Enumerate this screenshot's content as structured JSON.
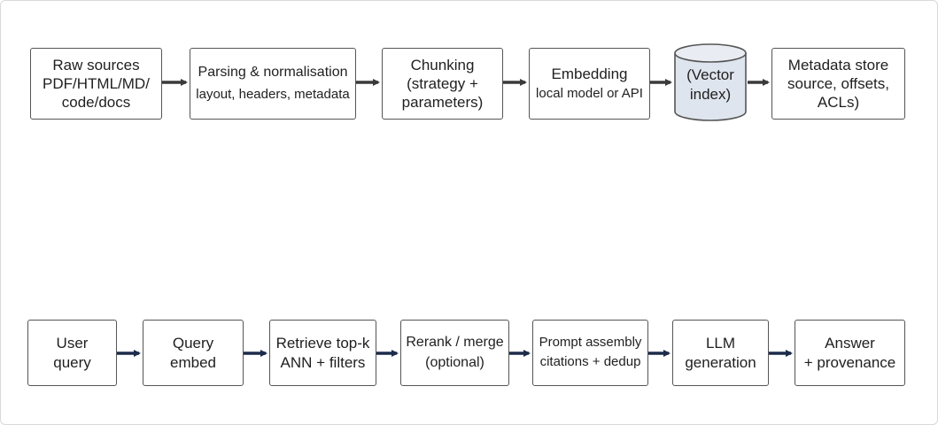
{
  "ingestion": {
    "raw_sources": [
      "Raw sources",
      "PDF/HTML/MD/",
      "code/docs"
    ],
    "parsing": [
      "Parsing & normalisation",
      "layout, headers, metadata"
    ],
    "chunking": [
      "Chunking",
      "(strategy +",
      "parameters)"
    ],
    "embedding": [
      "Embedding",
      "local model or API"
    ],
    "vector_index": [
      "(Vector",
      "index)"
    ],
    "metadata_store": [
      "Metadata store",
      "source, offsets,",
      "ACLs)"
    ]
  },
  "query": {
    "user_query": [
      "User",
      "query"
    ],
    "query_embed": [
      "Query",
      "embed"
    ],
    "retrieve": [
      "Retrieve top-k",
      "ANN + filters"
    ],
    "rerank": [
      "Rerank / merge",
      "(optional)"
    ],
    "prompt": [
      "Prompt assembly",
      "citations + dedup"
    ],
    "llm": [
      "LLM",
      "generation"
    ],
    "answer": [
      "Answer",
      "+ provenance"
    ]
  },
  "colors": {
    "ingestion_arrow": "#3a3a3a",
    "query_arrow": "#1c2b4a",
    "cylinder_fill": "#dfe5ee",
    "node_border": "#555555"
  }
}
